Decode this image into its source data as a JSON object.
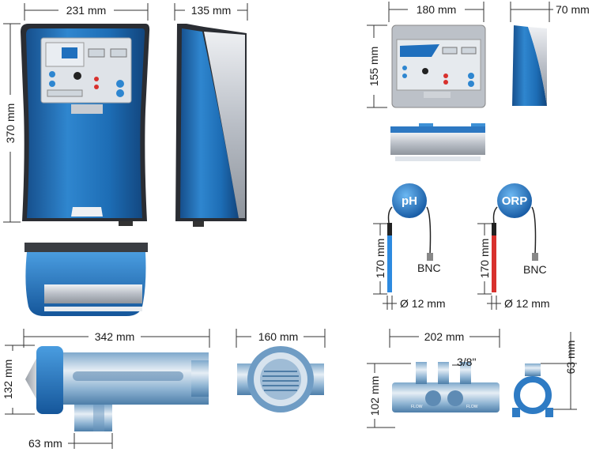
{
  "dimensions": {
    "main_width": "231 mm",
    "main_height": "370 mm",
    "main_depth": "135 mm",
    "small_width": "180  mm",
    "small_height": "155  mm",
    "small_depth": "70 mm",
    "ph_probe_length": "170 mm",
    "ph_probe_diameter": "Ø 12 mm",
    "orp_probe_length": "170 mm",
    "orp_probe_diameter": "Ø 12 mm",
    "cell_length": "342 mm",
    "cell_height": "132 mm",
    "cell_port": "63 mm",
    "cell_end_width": "160 mm",
    "manifold_length": "202 mm",
    "manifold_height": "102 mm",
    "manifold_thread": "3/8\"",
    "clamp_height": "63 mm"
  },
  "probes": {
    "ph_label": "pH",
    "orp_label": "ORP",
    "ph_connector": "BNC",
    "orp_connector": "BNC"
  },
  "manifold": {
    "flow_label_1": "FLOW",
    "flow_label_2": "FLOW"
  },
  "colors": {
    "blue": "#1e6fb8",
    "light_blue": "#5aa6e0",
    "silver": "#c9ccd1",
    "orp_red": "#d8312d"
  }
}
